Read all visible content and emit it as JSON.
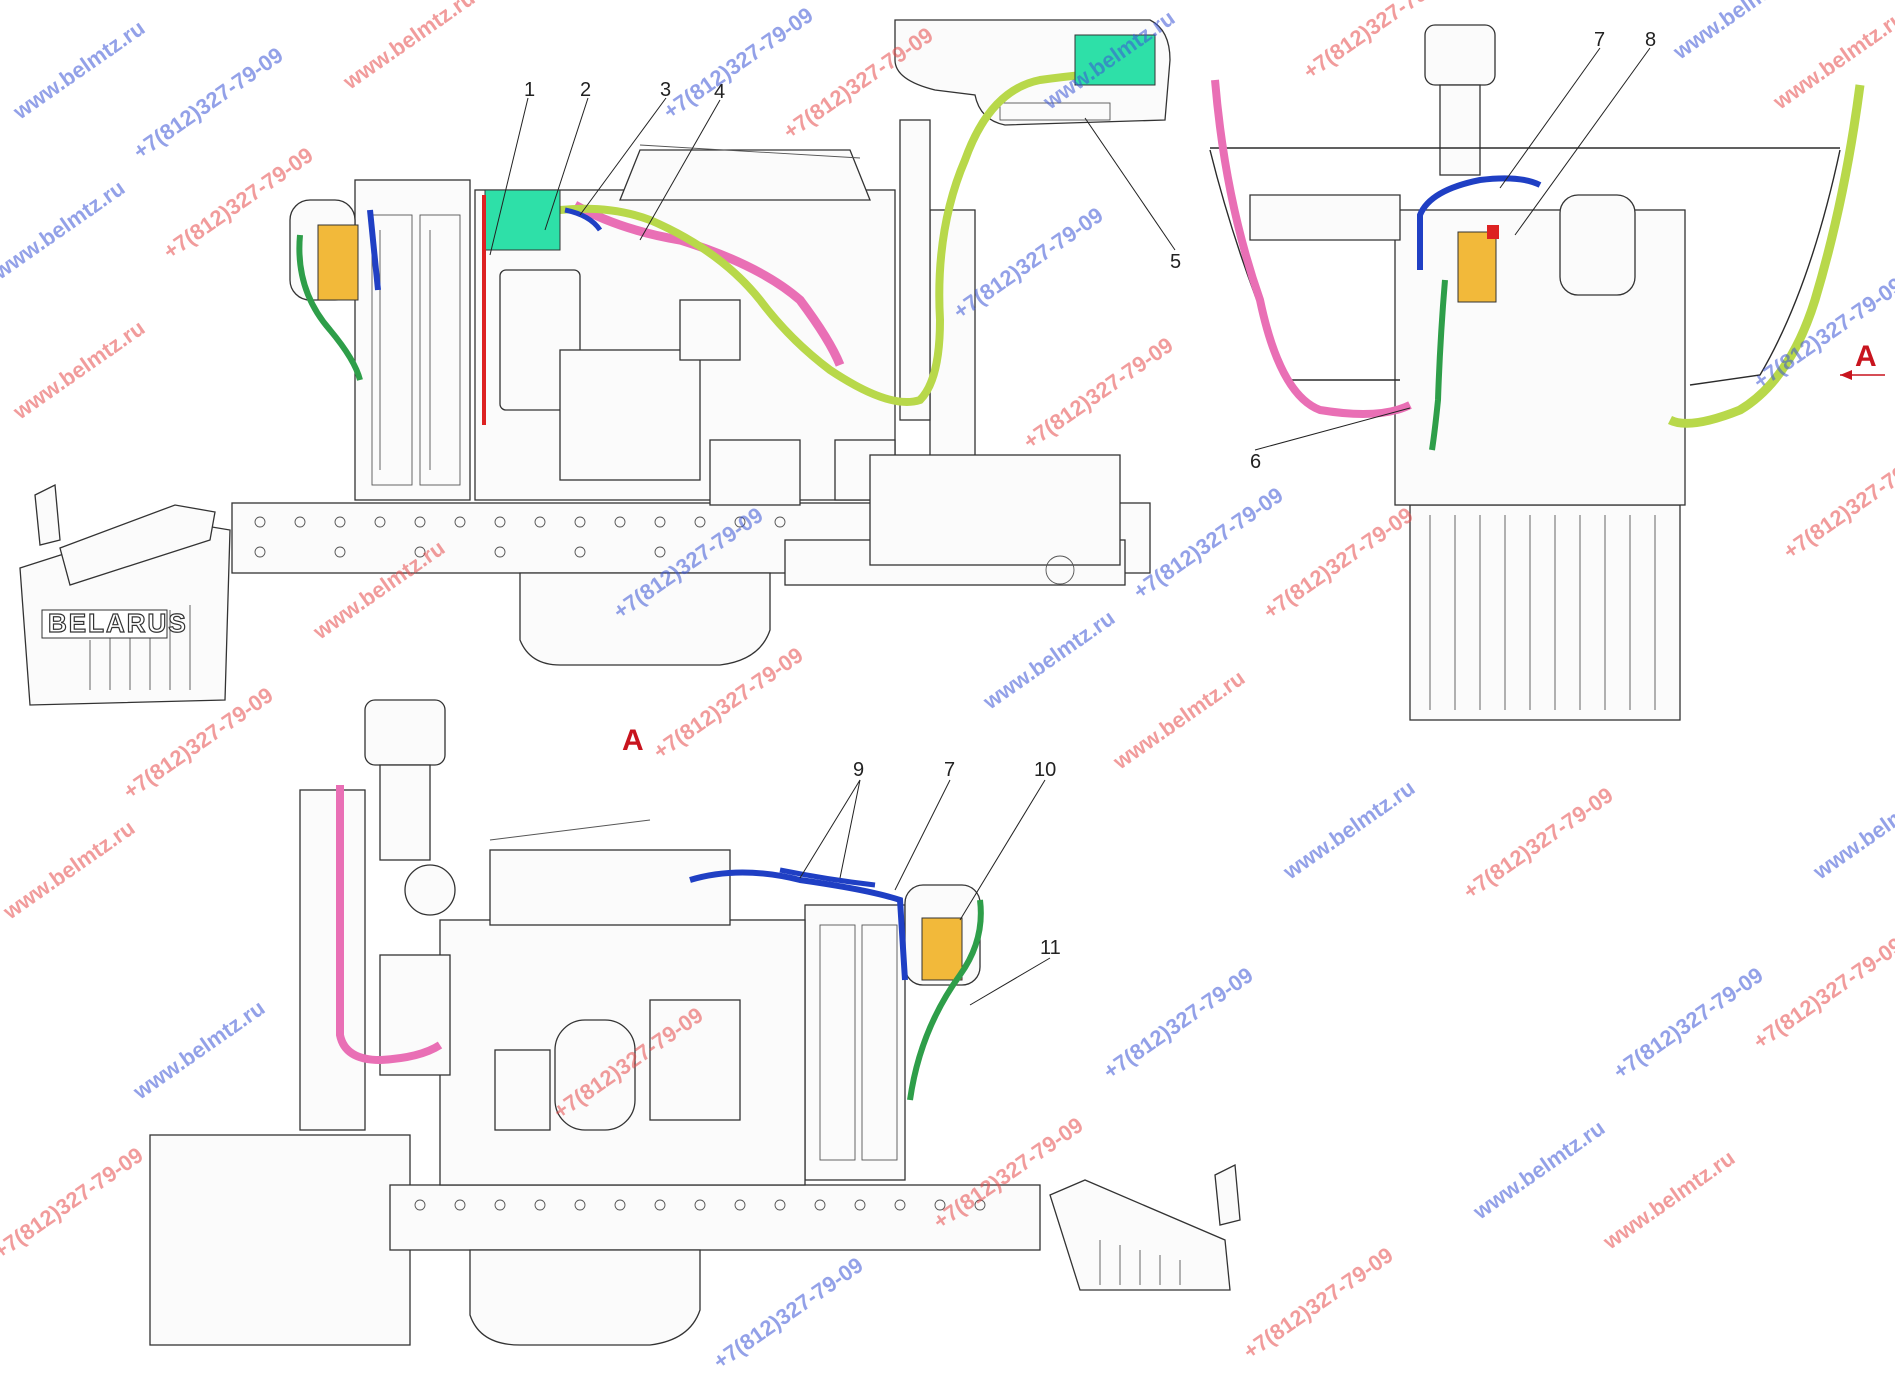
{
  "callouts": {
    "n1": "1",
    "n2": "2",
    "n3": "3",
    "n4": "4",
    "n5": "5",
    "n6": "6",
    "n7a": "7",
    "n7b": "7",
    "n8": "8",
    "n9": "9",
    "n10": "10",
    "n11": "11"
  },
  "view_markers": {
    "arrow_label": "A",
    "view_title": "A"
  },
  "brand": {
    "guard_text": "BELARUS"
  },
  "watermarks": {
    "site": "www.belmtz.ru",
    "phone": "+7(812)327-79-09"
  },
  "colors": {
    "pink": "#e96fb5",
    "green_light": "#b8d84a",
    "green_dark": "#2e9e49",
    "teal": "#2ee0a8",
    "blue": "#1f3fc4",
    "yellow": "#f2b93a",
    "view_red": "#c8141e"
  }
}
